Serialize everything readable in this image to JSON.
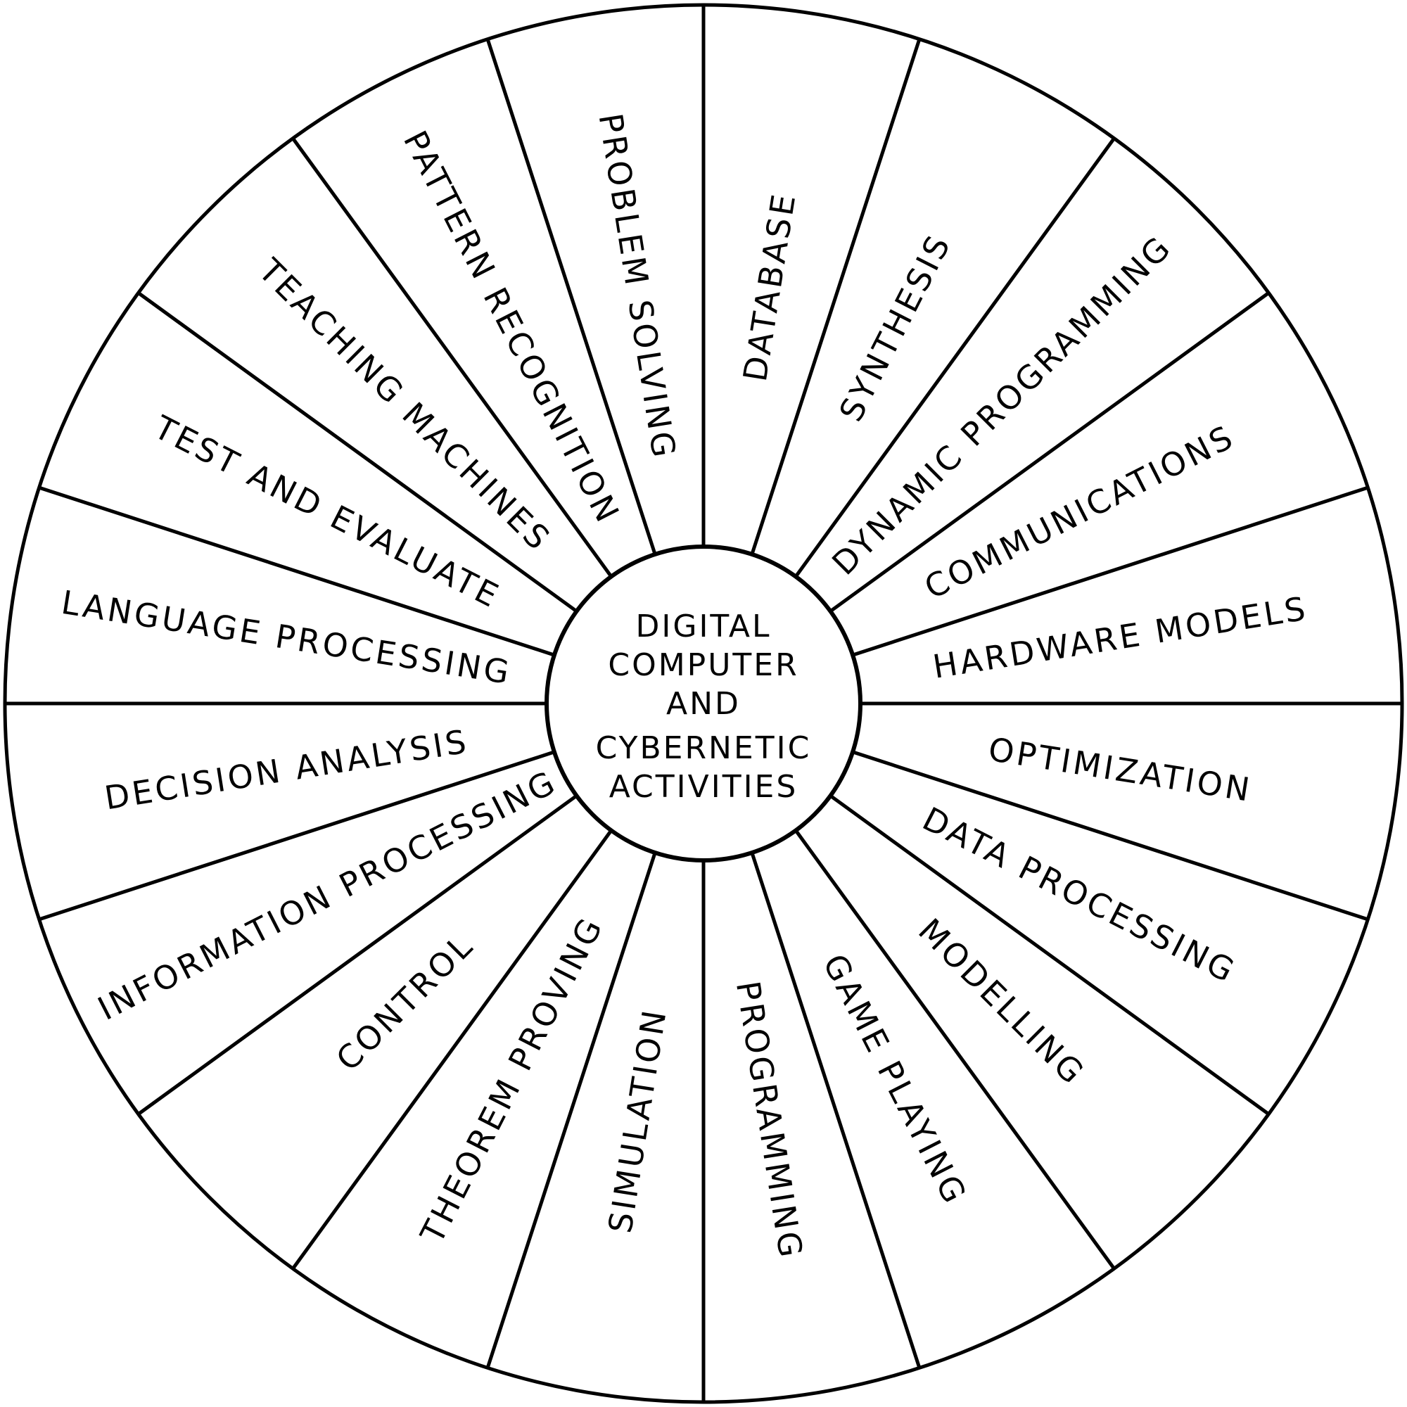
{
  "hub": {
    "lines": [
      "DIGITAL",
      "COMPUTER",
      "AND",
      "CYBERNETIC",
      "ACTIVITIES"
    ]
  },
  "colors": {
    "ink": "#000000",
    "paper": "#ffffff"
  },
  "activities": [
    "DATABASE",
    "SYNTHESIS",
    "DYNAMIC PROGRAMMING",
    "COMMUNICATIONS",
    "HARDWARE MODELS",
    "OPTIMIZATION",
    "DATA PROCESSING",
    "MODELLING",
    "GAME PLAYING",
    "PROGRAMMING",
    "SIMULATION",
    "THEOREM PROVING",
    "CONTROL",
    "INFORMATION PROCESSING",
    "DECISION ANALYSIS",
    "LANGUAGE PROCESSING",
    "TEST AND EVALUATE",
    "TEACHING MACHINES",
    "PATTERN RECOGNITION",
    "PROBLEM SOLVING"
  ]
}
